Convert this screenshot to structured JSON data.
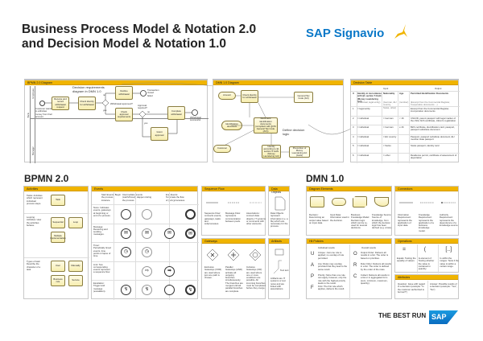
{
  "header": {
    "title_line1": "Business Process Model & Notation 2.0",
    "title_line2": "and Decision Model & Notation 1.0",
    "logo": "SAP Signavio"
  },
  "bpmn_diagram": {
    "title": "BPMN 2.0 Diagram",
    "pool": "Bank",
    "lane1": "Employee",
    "lane2": "Manager",
    "note": "Decision requirements diagram in DMN 1.0",
    "start": "Customer wants to withdraw money from their account",
    "tasks": [
      "Receive and record withdrawal request",
      "Check identity for withdrawal",
      "Decline withdrawal",
      "Check approval requirements",
      "Complete withdrawal",
      "Grant approval"
    ],
    "end1": "Transaction closed failed",
    "end2": "Withdrawal successful",
    "gw1": "Withdrawal approved?",
    "gw2": "Approval required?",
    "labels": [
      "no",
      "yes",
      "no",
      "yes"
    ]
  },
  "dmn_diagram": {
    "title": "DMN 1.0 Diagram",
    "nodes": [
      "Amount",
      "Check identity for withdrawal",
      "Identification document",
      "General Tax Code (AO)",
      "Document identification documents (compliant with §154 General Tax Code (AO))",
      "Customer",
      "Identity according to §1 section 5 GwG (Money Laundering Act)",
      "Prevention of Money Laundering Act (GwG)"
    ],
    "note": "Define decision logic"
  },
  "decision_table": {
    "title": "Decision Table",
    "input": "Input",
    "output": "Output",
    "cols": [
      "U",
      "Identity in Accordance with §1 section 5 GwG (Money Laundering Act)",
      "Nationality",
      "Age",
      "Permitted Identification Documents"
    ],
    "types": [
      "(individual, legal entity)",
      "(German, EU country, Swiss, other)",
      "(number)",
      "(Excerpt from the Commercial Register, Cooperative documents ...)"
    ],
    "rows": [
      [
        "1",
        "= legal entity",
        "",
        "",
        "Excerpt from the Commercial Register, incorporation documents"
      ],
      [
        "2",
        "= individual",
        "= German",
        "< 16",
        "Child ID, parent passport with legal marker of the child, birth certificate, citizen's registration"
      ],
      [
        "3",
        "= individual",
        "= German",
        "≥ 16",
        "Birth certificate, identification card, passport, passport substitute document"
      ],
      [
        "4",
        "= individual",
        "= EU country",
        "",
        "Passport, passport substitute document, EU member state passport"
      ],
      [
        "5",
        "= individual",
        "= Swiss",
        "",
        "Swiss passport, identity card"
      ],
      [
        "6",
        "= individual",
        "= other",
        "",
        "Residence permit, certificate of assessment of deportation"
      ]
    ]
  },
  "bpmn": {
    "heading": "BPMN 2.0",
    "activities": {
      "title": "Activities",
      "task_desc": "Tasks: Activities which represent individual process steps.",
      "task": "Task",
      "looping_desc": "Looping Activities: How the activities behave.",
      "looping": [
        "Sequential",
        "Loop",
        "Multiple Implementation"
      ],
      "types_desc": "Types of task: Describe the character of a task.",
      "types": [
        "User",
        "Manually",
        "Business rule",
        "Service"
      ]
    },
    "events": {
      "title": "Events",
      "cols": [
        "Start Events: Begin the process instance.",
        "Intermediate Events (catch/throw): Happen during the process.",
        "",
        "End Events: Terminate the flow of (sub-)processes."
      ],
      "rows": [
        "None: Indicates events, gateways at beginning or end of a process.",
        "Message: Receiving and sending messages.",
        "Timer: Periodically timed events, time points or lapse of time.",
        "Link: Two corresponding events represent a sequence flow.",
        "Escalation: Trigger and message (escalation)."
      ]
    },
    "sequence_flow": {
      "title": "Sequence Flow",
      "items": [
        "Sequence Flow: connects events, gateways, tasks and subprocesses.",
        "Message Flow: represents communication between pools.",
        "Associations: connect data objects, IT systems or comments with other elements."
      ]
    },
    "data_objects": {
      "title": "Data Objects",
      "desc": "Data Objects represent information (i.e. a file) which are necessary for the process."
    },
    "gateways": {
      "title": "Gateways",
      "items": [
        "Exclusive Gateways (XOR) are used where just one path is chosen.",
        "Parallel Gateways (AND) activate all outgoing branches simultaneously. The branches are merged until all parallel branches are complete.",
        "Inclusive Gateways (OR) are used where one or more conditions are possible. All incoming branches must be completed before they merge."
      ]
    },
    "artifacts": {
      "title": "Artifacts",
      "text_label": "Text text",
      "desc": "Artifacts are IT systems or text notes and are linked with associations."
    }
  },
  "dmn": {
    "heading": "DMN 1.0",
    "diagram_elements": {
      "title": "Diagram Elements",
      "items": [
        "Decision: Determining an output value based on input data.",
        "Input Data: Information used in the decision.",
        "Business Knowledge Model: Decision logic which can be re-used for several decisions.",
        "Knowledge Source: Source of knowledge, from which the decision logic has been derived (e.g. a law)."
      ]
    },
    "connectors": {
      "title": "Connectors",
      "items": [
        "Information Requirement: represents the application of input data.",
        "Knowledge Requirement: represents the application of a business knowledge model.",
        "Authority Requirement: represents the dependence of a knowledge source."
      ]
    },
    "hit_policies": {
      "title": "Hit Policies",
      "individual": "Individual results",
      "overall": "Overall results",
      "left": [
        [
          "U",
          "Unique: Just one rule is applied; no overlap of rule permitted."
        ],
        [
          "A",
          "Any: Rules may overlap, provided that they lead to the same result."
        ],
        [
          "P",
          "Priority: More than one rule can apply; however, only the rule with the highest priority leads to the result."
        ],
        [
          "F",
          "First: The first rule which applies, delivers the result."
        ]
      ],
      "right": [
        [
          "O",
          "Output Order: Delivers all results in a list. The order is based on priorities."
        ],
        [
          "R",
          "Rule Order: Delivers all results in a list. The order is defined by the order of the rules."
        ],
        [
          "C",
          "Collect: Delivers all results in a list or in aggregated form (sum, minimum, maximum, quantity)."
        ]
      ]
    },
    "operations": {
      "title": "Operations",
      "items": [
        [
          "=",
          "Equals: Testing the equality of values."
        ],
        [
          "(",
          "Is element of: Testing whether the value is contained in quantity."
        ],
        [
          "[..]",
          "Is within the ranges: Tests if the value is within a certain range."
        ]
      ]
    },
    "attributes": {
      "title": "Attributes",
      "items": [
        "Question: Issue with regard to a decision (example: \"Is the customer authorized to borrow?\")",
        "Answer: Possible results of a decision (example: \"Yes\", \"No\")"
      ]
    }
  },
  "footer": {
    "tagline": "THE BEST RUN",
    "sap": "SAP"
  },
  "colors": {
    "accent": "#f0b400",
    "brand_blue": "#0a78c8",
    "task_fill": "#faf3c8"
  }
}
